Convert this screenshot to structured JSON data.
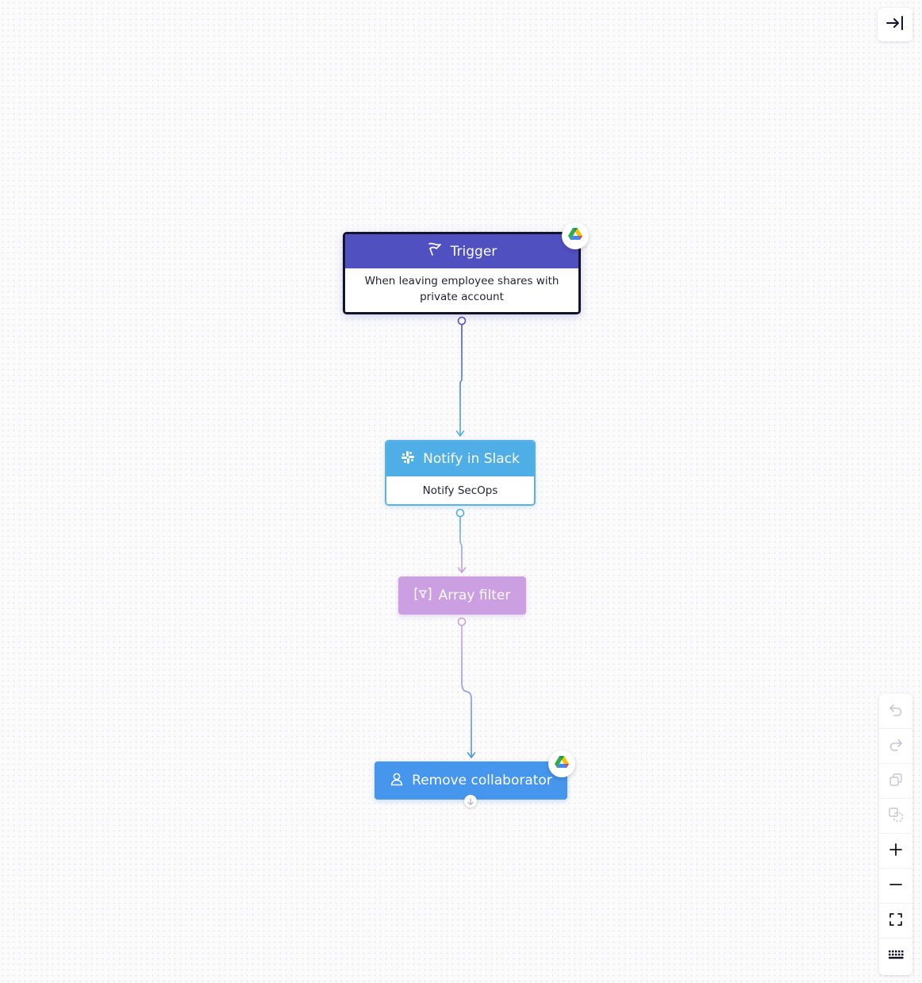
{
  "nodes": {
    "trigger": {
      "title": "Trigger",
      "description": "When leaving employee shares with private account",
      "icon": "flag-icon",
      "app_badge": "google-drive-icon",
      "color": "#5150c0"
    },
    "slack": {
      "title": "Notify in Slack",
      "description": "Notify SecOps",
      "icon": "slack-icon",
      "color": "#4faee5"
    },
    "filter": {
      "title": "Array filter",
      "icon": "array-filter-icon",
      "color": "#cc9fe2"
    },
    "remove": {
      "title": "Remove collaborator",
      "icon": "user-icon",
      "app_badge": "google-drive-icon",
      "color": "#4596ec"
    }
  },
  "edges": [
    {
      "from": "trigger",
      "to": "slack"
    },
    {
      "from": "slack",
      "to": "filter"
    },
    {
      "from": "filter",
      "to": "remove"
    }
  ],
  "panel": {
    "collapse_icon": "collapse-right-icon"
  },
  "toolbar": {
    "tools": [
      {
        "name": "undo",
        "icon": "undo-icon",
        "enabled": false
      },
      {
        "name": "redo",
        "icon": "redo-icon",
        "enabled": false
      },
      {
        "name": "copy",
        "icon": "copy-icon",
        "enabled": false
      },
      {
        "name": "paste",
        "icon": "paste-icon",
        "enabled": false
      },
      {
        "name": "zoom-in",
        "icon": "plus-icon",
        "enabled": true
      },
      {
        "name": "zoom-out",
        "icon": "minus-icon",
        "enabled": true
      },
      {
        "name": "fit-view",
        "icon": "fit-view-icon",
        "enabled": true
      },
      {
        "name": "minimap",
        "icon": "grid-icon",
        "enabled": true
      }
    ]
  }
}
